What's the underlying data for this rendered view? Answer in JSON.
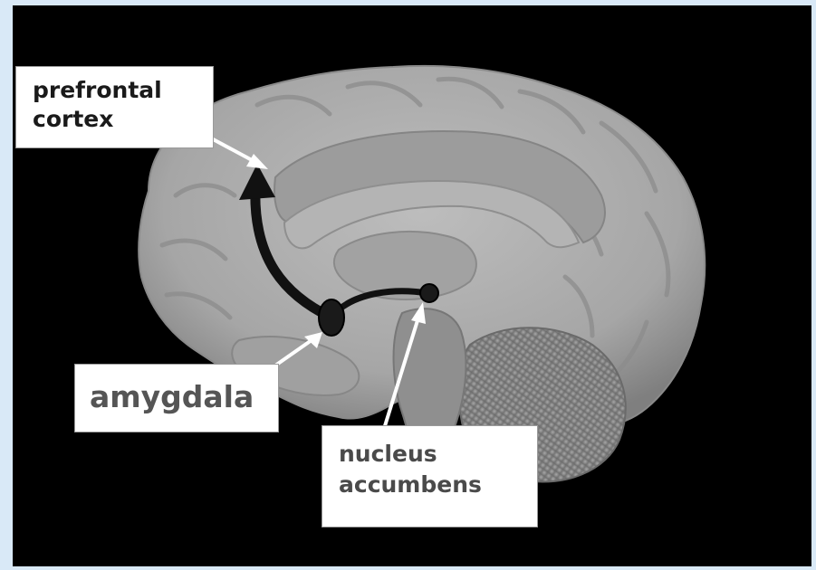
{
  "labels": {
    "prefrontal": [
      "prefrontal",
      "cortex"
    ],
    "amygdala": [
      "amygdala"
    ],
    "nucleus": [
      "nucleus",
      "accumbens"
    ]
  },
  "colors": {
    "frame": "#d9e9f7",
    "background": "#000000",
    "brain": "#a9a9a9",
    "pathway": "#111111",
    "pointer": "#ffffff"
  }
}
